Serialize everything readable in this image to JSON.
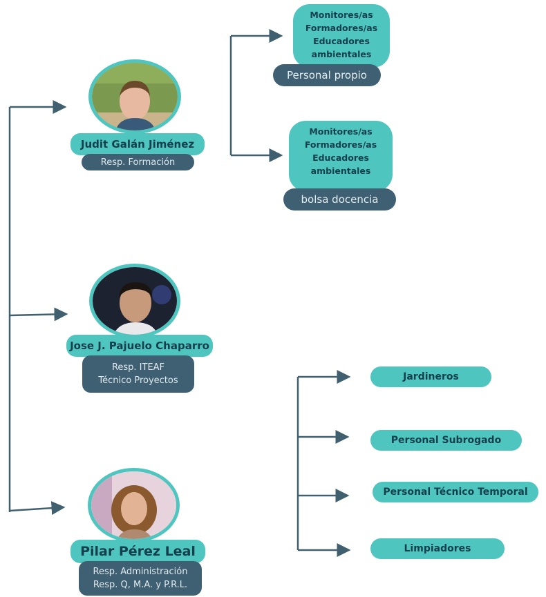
{
  "people": [
    {
      "name": "Judit Galán Jiménez",
      "roles": [
        "Resp. Formación"
      ],
      "photo_bg": "#7b9a4f"
    },
    {
      "name": "Jose J. Pajuelo Chaparro",
      "roles": [
        "Resp. ITEAF",
        "Técnico Proyectos"
      ],
      "photo_bg": "#1d2230"
    },
    {
      "name": "Pilar Pérez Leal",
      "roles": [
        "Resp. Administración",
        "Resp. Q, M.A. y P.R.L."
      ],
      "photo_bg": "#e6d3dc"
    }
  ],
  "groups": [
    {
      "lines": [
        "Monitores/as",
        "Formadores/as",
        "Educadores",
        "ambientales"
      ],
      "sub": "Personal propio"
    },
    {
      "lines": [
        "Monitores/as",
        "Formadores/as",
        "Educadores",
        "ambientales"
      ],
      "sub": "bolsa docencia"
    }
  ],
  "staff": [
    "Jardineros",
    "Personal Subrogado",
    "Personal Técnico Temporal",
    "Limpiadores"
  ],
  "colors": {
    "teal": "#4fc5bf",
    "navy": "#3f6072",
    "line": "#40606f",
    "dark_text": "#163f4d"
  }
}
